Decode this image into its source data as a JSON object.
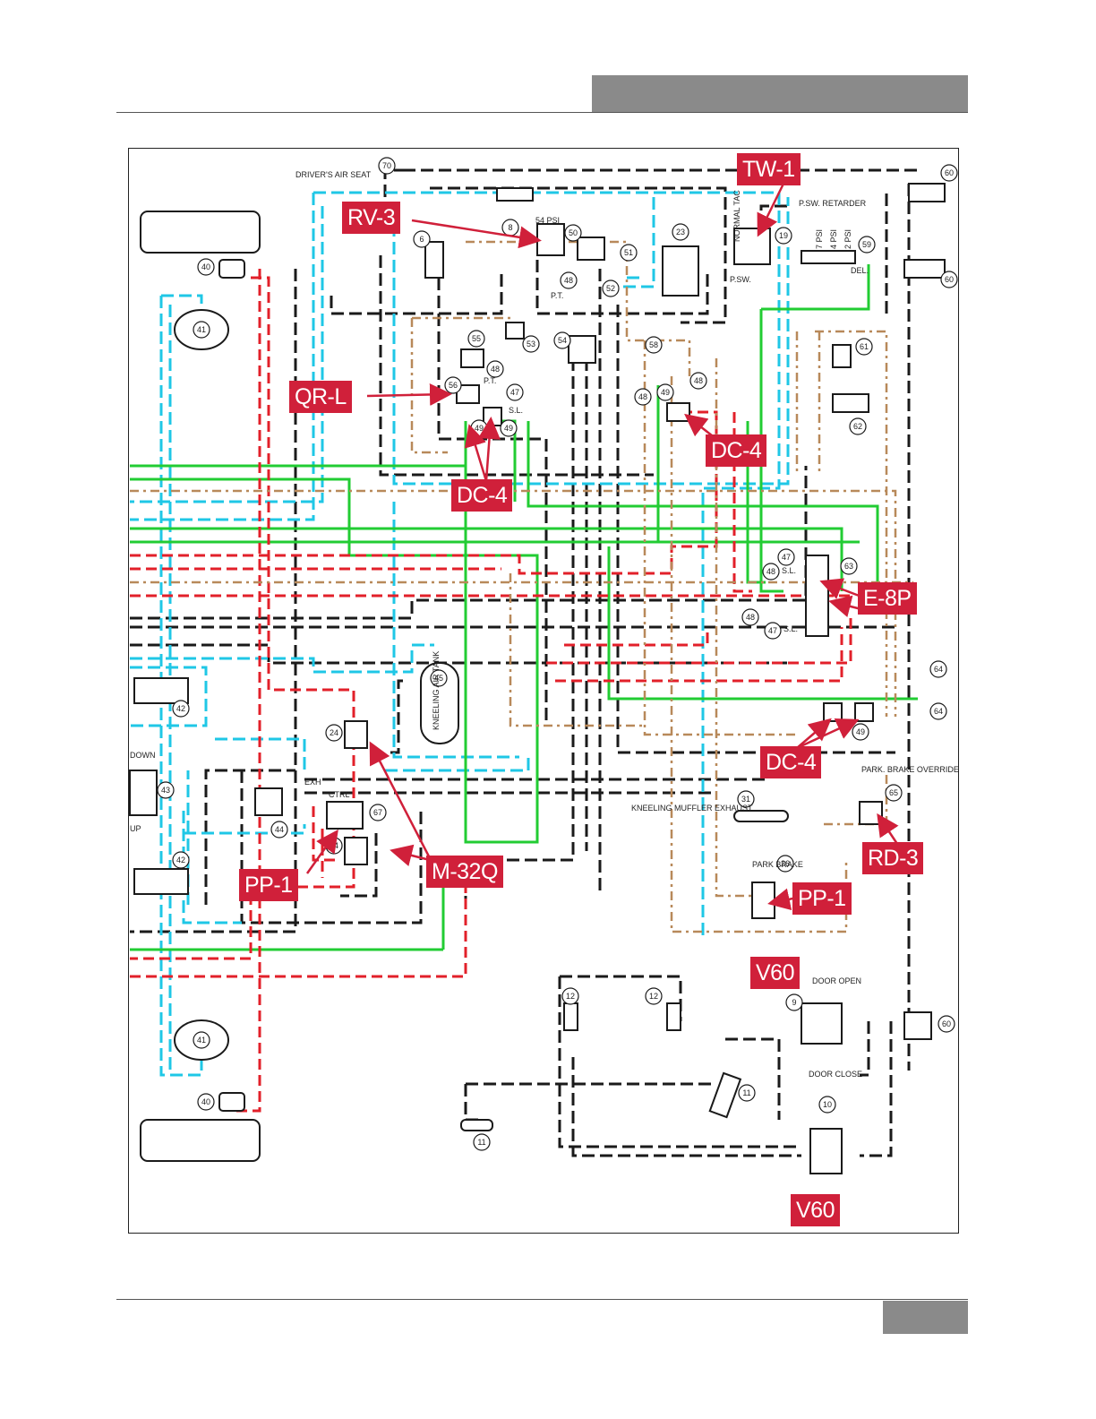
{
  "colors": {
    "tag_bg": "#d0203a",
    "black_line": "#1a1a1a",
    "cyan_line": "#1fc7e6",
    "green_line": "#22cc33",
    "red_line": "#e2202a",
    "brown_line": "#b8895a",
    "header_bar": "#8a8a8a"
  },
  "tags": {
    "tw1": "TW-1",
    "rv3": "RV-3",
    "qrl": "QR-L",
    "dc4_a": "DC-4",
    "dc4_b": "DC-4",
    "dc4_c": "DC-4",
    "e8p": "E-8P",
    "rd3": "RD-3",
    "pp1_a": "PP-1",
    "pp1_b": "PP-1",
    "m32q": "M-32Q",
    "v60_a": "V60",
    "v60_b": "V60"
  },
  "labels": {
    "drivers_air_seat": "DRIVER'S\nAIR SEAT",
    "psw_retarder": "P.SW. RETARDER",
    "psi_54": "54 PSI",
    "psi_7": "7 PSI",
    "psi_4": "4 PSI",
    "psi_2": "2 PSI",
    "kneeling_air_tank": "KNEELING AIR TANK",
    "kneeling_muffler_exhaust": "KNEELING\nMUFFLER\nEXHAUST",
    "park_brake_override": "PARK.\nBRAKE\nOVERRIDE",
    "park_brake": "PARK\nBRAKE",
    "door_open": "DOOR OPEN",
    "door_close": "DOOR CLOSE",
    "normal_tac": "NORMAL\nTAC",
    "psw": "P.SW.",
    "del": "DEL.",
    "exh": "EXH",
    "sl": "S.L.",
    "pt": "P.T.",
    "down": "DOWN",
    "up": "UP",
    "ctrl": "CTRL"
  },
  "part_numbers": [
    "70",
    "8",
    "6",
    "50",
    "51",
    "52",
    "48",
    "23",
    "19",
    "59",
    "60",
    "60",
    "55",
    "53",
    "54",
    "48",
    "47",
    "56",
    "49",
    "49",
    "58",
    "48",
    "49",
    "48",
    "61",
    "62",
    "47",
    "48",
    "63",
    "48",
    "47",
    "64",
    "64",
    "45",
    "49",
    "65",
    "31",
    "26",
    "24",
    "67",
    "24",
    "44",
    "42",
    "43",
    "42",
    "40",
    "41",
    "41",
    "40",
    "12",
    "12",
    "11",
    "11",
    "9",
    "10",
    "60"
  ]
}
